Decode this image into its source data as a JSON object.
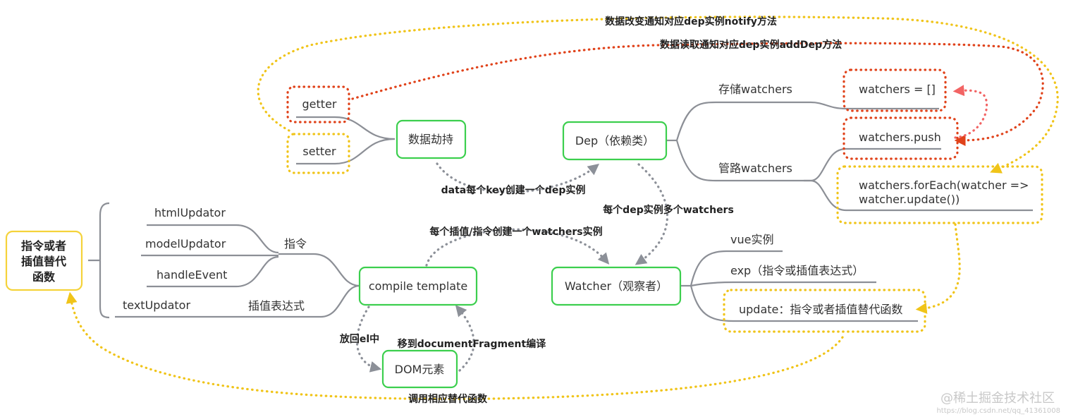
{
  "colors": {
    "green": "#3ccf4e",
    "yellow": "#f5d33a",
    "red": "#e0421a",
    "pink": "#f26464",
    "gray": "#9aa0a8",
    "line": "#8c8f96"
  },
  "nodes": {
    "root": [
      "指令或者",
      "插值替代",
      "函数"
    ],
    "hijack": "数据劫持",
    "getter": "getter",
    "setter": "setter",
    "dep": "Dep（依赖类）",
    "store_watchers": "存储watchers",
    "manage_watchers": "管路watchers",
    "watchers_array": "watchers = []",
    "watchers_push": "watchers.push",
    "watchers_foreach": [
      "watchers.forEach(watcher =>",
      "watcher.update())"
    ],
    "html_updator": "htmlUpdator",
    "model_updator": "modelUpdator",
    "handle_event": "handleEvent",
    "text_updator": "textUpdator",
    "directive": "指令",
    "interpolation": "插值表达式",
    "compile": "compile template",
    "dom": "DOM元素",
    "watcher": "Watcher（观察者）",
    "vue_instance": "vue实例",
    "exp": "exp（指令或插值表达式）",
    "update": "update：指令或者插值替代函数"
  },
  "labels": {
    "notify": "数据改变通知对应dep实例notify方法",
    "add_dep": "数据读取通知对应dep实例addDep方法",
    "per_key": "data每个key创建一个dep实例",
    "multi_watchers": "每个dep实例多个watchers",
    "per_interp": "每个插值/指令创建一个watchers实例",
    "put_back": "放回el中",
    "move_to_fragment": "移到documentFragment编译",
    "call_update": "调用相应替代函数"
  },
  "watermark": {
    "main": "@稀土掘金技术社区",
    "sub": "https://blog.csdn.net/qq_41361008"
  }
}
